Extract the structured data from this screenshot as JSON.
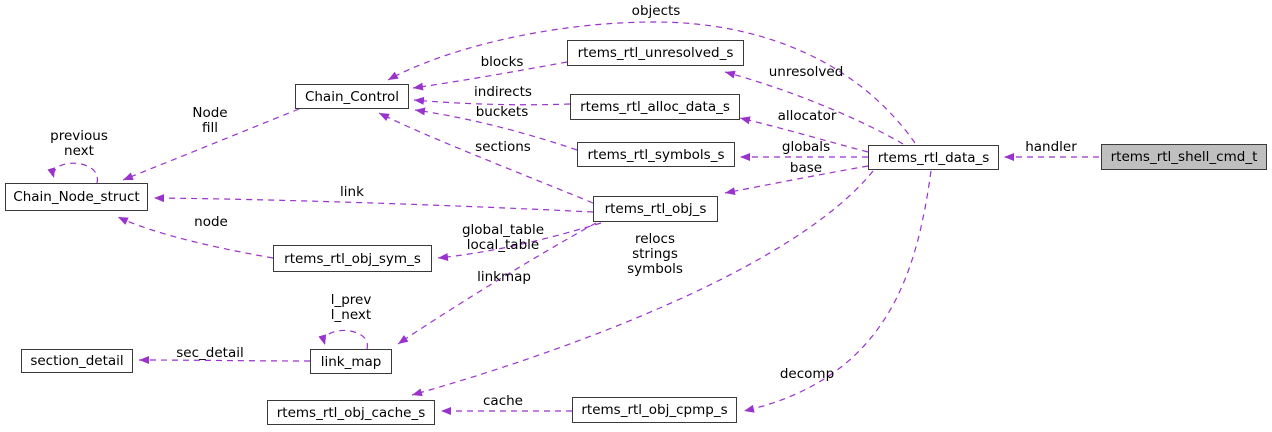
{
  "diagram": {
    "title": "rtems_rtl_shell_cmd_t collaboration diagram",
    "nodes": {
      "chain_control": {
        "label": "Chain_Control"
      },
      "rtems_rtl_unresolved_s": {
        "label": "rtems_rtl_unresolved_s"
      },
      "rtems_rtl_alloc_data_s": {
        "label": "rtems_rtl_alloc_data_s"
      },
      "rtems_rtl_symbols_s": {
        "label": "rtems_rtl_symbols_s"
      },
      "rtems_rtl_data_s": {
        "label": "rtems_rtl_data_s"
      },
      "rtems_rtl_shell_cmd_t": {
        "label": "rtems_rtl_shell_cmd_t",
        "highlighted": true
      },
      "chain_node_struct": {
        "label": "Chain_Node_struct"
      },
      "rtems_rtl_obj_s": {
        "label": "rtems_rtl_obj_s"
      },
      "rtems_rtl_obj_sym_s": {
        "label": "rtems_rtl_obj_sym_s"
      },
      "link_map": {
        "label": "link_map"
      },
      "section_detail": {
        "label": "section_detail"
      },
      "rtems_rtl_obj_cache_s": {
        "label": "rtems_rtl_obj_cache_s"
      },
      "rtems_rtl_obj_cpmp_s": {
        "label": "rtems_rtl_obj_cpmp_s"
      }
    },
    "edge_labels": {
      "objects": "objects",
      "blocks": "blocks",
      "indirects": "indirects",
      "buckets": "buckets",
      "sections": "sections",
      "unresolved": "unresolved",
      "allocator": "allocator",
      "globals": "globals",
      "base": "base",
      "handler": "handler",
      "node_fill": "Node\nfill",
      "previous_next": "previous\nnext",
      "link": "link",
      "node": "node",
      "global_local_table": "global_table\nlocal_table",
      "relocs_strings_symbols": "relocs\nstrings\nsymbols",
      "linkmap": "linkmap",
      "l_prev_l_next": "l_prev\nl_next",
      "sec_detail": "sec_detail",
      "decomp": "decomp",
      "cache": "cache"
    }
  },
  "colors": {
    "edge_color": "#9a32cd",
    "node_border": "#3a3a3a",
    "node_fill": "#ffffff",
    "node_highlight_fill": "#bfbfbf",
    "label_color": "#000000",
    "bg": "#ffffff"
  }
}
